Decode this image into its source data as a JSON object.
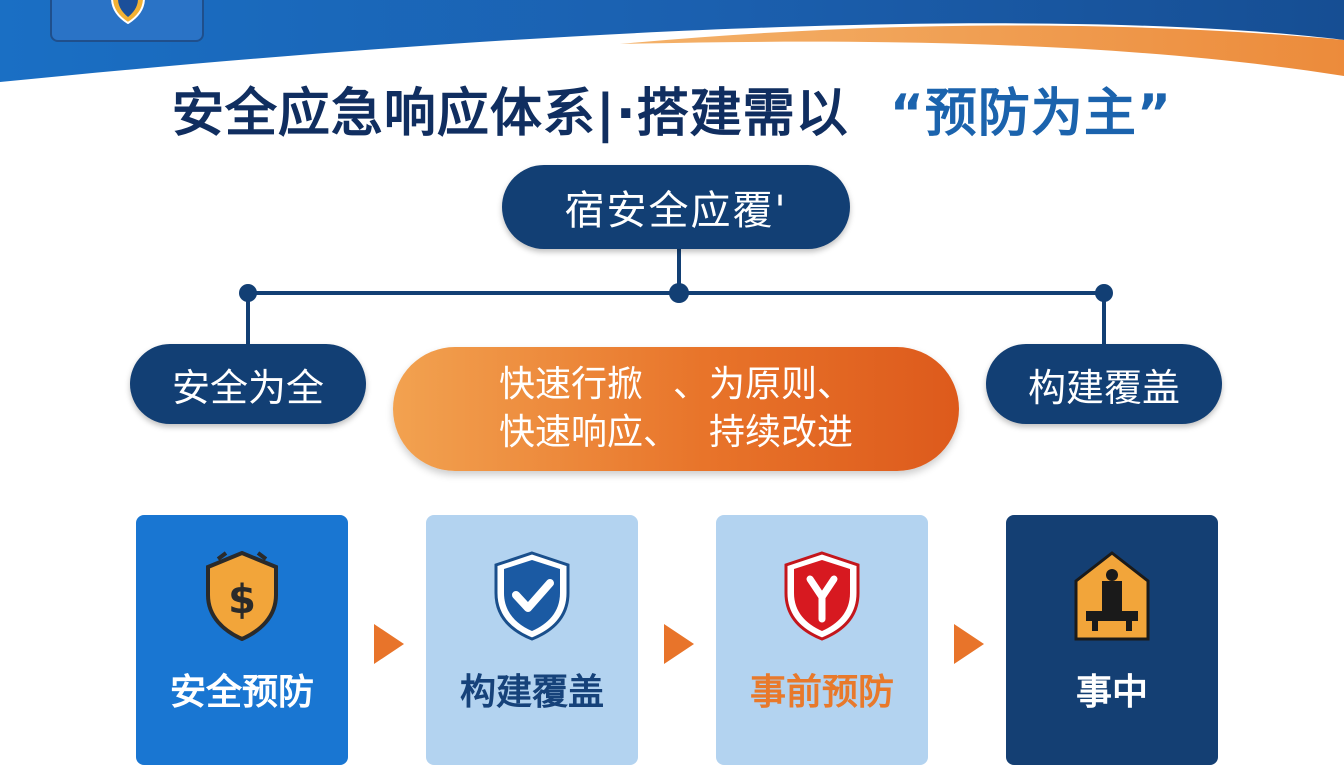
{
  "header": {
    "title_part1": "安全应急响应体系|·搭建需以",
    "title_part2": "“预防为主”"
  },
  "diagram": {
    "root": "宿安全应覆'",
    "branches": {
      "left": "安全为全",
      "center_line1_a": "快速行掀",
      "center_line1_b": "、为原则、",
      "center_line2_a": "快速响应、",
      "center_line2_b": "持续改进",
      "right": "构建覆盖"
    },
    "steps": [
      {
        "label": "安全预防",
        "icon": "coin-shield-icon"
      },
      {
        "label": "构建覆盖",
        "icon": "check-shield-icon"
      },
      {
        "label": "事前预防",
        "icon": "red-shield-icon"
      },
      {
        "label": "事中",
        "icon": "building-sign-icon"
      }
    ]
  },
  "colors": {
    "navy": "#123f74",
    "title_navy": "#102e60",
    "accent_blue": "#1b63ad",
    "orange": "#e8742a",
    "light_blue": "#b3d3f0",
    "mid_blue": "#1976d2"
  }
}
